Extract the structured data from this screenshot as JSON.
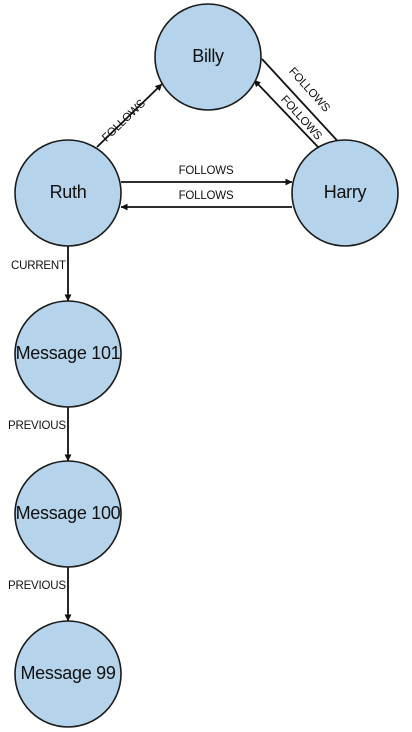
{
  "colors": {
    "node_fill": "#b5d3ea",
    "node_stroke": "#1a1a1a",
    "edge": "#111111",
    "text": "#111111"
  },
  "nodes": {
    "billy": "Billy",
    "ruth": "Ruth",
    "harry": "Harry",
    "message_101": "Message 101",
    "message_100": "Message 100",
    "message_99": "Message 99"
  },
  "edges": {
    "ruth_follows_billy": "FOLLOWS",
    "billy_follows_harry": "FOLLOWS",
    "harry_follows_billy": "FOLLOWS",
    "ruth_follows_harry": "FOLLOWS",
    "harry_follows_ruth": "FOLLOWS",
    "ruth_current_message_101": "CURRENT",
    "message_101_previous_message_100": "PREVIOUS",
    "message_100_previous_message_99": "PREVIOUS"
  }
}
